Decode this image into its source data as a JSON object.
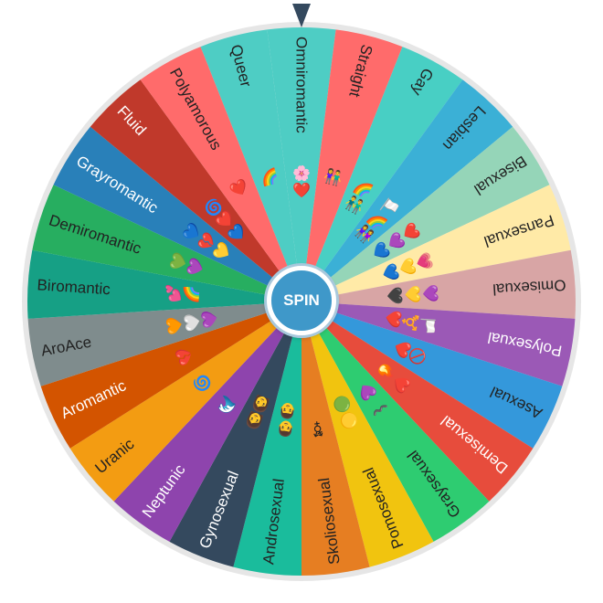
{
  "wheel": {
    "spin_label": "SPIN",
    "pointer_color": "#34495e",
    "rim_color": "#e6e6e6",
    "segments": [
      {
        "label": "Omniromantic",
        "emoji": "🌸❤️",
        "color": "#4ecdc4",
        "text_color": "#222222"
      },
      {
        "label": "Straight",
        "emoji": "👫",
        "color": "#ff6b6b",
        "text_color": "#222222"
      },
      {
        "label": "Gay",
        "emoji": "🌈👬",
        "color": "#48cfc4",
        "text_color": "#222222"
      },
      {
        "label": "Lesbian",
        "emoji": "🏳️‍🌈👭",
        "color": "#3bb0d6",
        "text_color": "#222222"
      },
      {
        "label": "Bisexual",
        "emoji": "❤️💜💙",
        "color": "#95d5b8",
        "text_color": "#222222"
      },
      {
        "label": "Pansexual",
        "emoji": "💗💛💙",
        "color": "#ffeaa7",
        "text_color": "#222222"
      },
      {
        "label": "Omisexual",
        "emoji": "💜💛🖤",
        "color": "#d8a5a5",
        "text_color": "#222222"
      },
      {
        "label": "Polysexual",
        "emoji": "🏳️‍⚧️❤️",
        "color": "#9b59b6",
        "text_color": "#ffffff"
      },
      {
        "label": "Asexual",
        "emoji": "🚫❤️",
        "color": "#3498db",
        "text_color": "#222222"
      },
      {
        "label": "Demisexual",
        "emoji": "❤️🔥",
        "color": "#e74c3c",
        "text_color": "#ffffff"
      },
      {
        "label": "Graysexual",
        "emoji": "〰️💜",
        "color": "#2ecc71",
        "text_color": "#222222"
      },
      {
        "label": "Pomosexual",
        "emoji": "🟡🟢",
        "color": "#f1c40f",
        "text_color": "#222222"
      },
      {
        "label": "Skoliosexual",
        "emoji": "⚧",
        "color": "#e67e22",
        "text_color": "#222222"
      },
      {
        "label": "Androsexual",
        "emoji": "👨‍👨",
        "color": "#1abc9c",
        "text_color": "#222222"
      },
      {
        "label": "Gynosexual",
        "emoji": "👩‍👩",
        "color": "#34495e",
        "text_color": "#ffffff"
      },
      {
        "label": "Neptunic",
        "emoji": "🌊",
        "color": "#8e44ad",
        "text_color": "#ffffff"
      },
      {
        "label": "Uranic",
        "emoji": "🌀",
        "color": "#f39c12",
        "text_color": "#222222"
      },
      {
        "label": "Aromantic",
        "emoji": "💔",
        "color": "#d35400",
        "text_color": "#ffffff"
      },
      {
        "label": "AroAce",
        "emoji": "🧡🤍💜",
        "color": "#7f8c8d",
        "text_color": "#222222"
      },
      {
        "label": "Biromantic",
        "emoji": "💕🌈",
        "color": "#16a085",
        "text_color": "#222222"
      },
      {
        "label": "Demiromantic",
        "emoji": "💚💜",
        "color": "#27ae60",
        "text_color": "#222222"
      },
      {
        "label": "Grayromantic",
        "emoji": "💙💔💛",
        "color": "#2980b9",
        "text_color": "#ffffff"
      },
      {
        "label": "Fluid",
        "emoji": "🌀❤️💙",
        "color": "#c0392b",
        "text_color": "#ffffff"
      },
      {
        "label": "Polyamorous",
        "emoji": "❤️",
        "color": "#ff6b6b",
        "text_color": "#222222"
      },
      {
        "label": "Queer",
        "emoji": "🌈",
        "color": "#4ecdc4",
        "text_color": "#222222"
      }
    ]
  }
}
